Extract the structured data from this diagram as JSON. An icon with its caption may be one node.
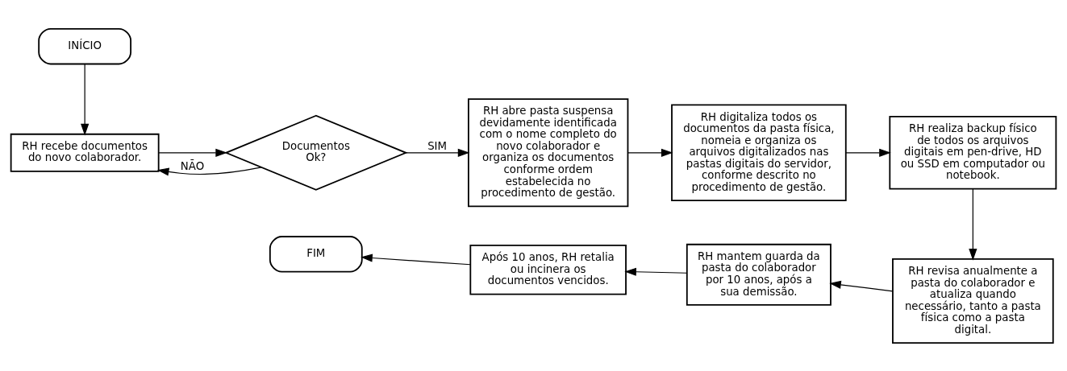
{
  "diagram": {
    "nodes": [
      {
        "text": [
          "INÍCIO"
        ]
      },
      {
        "text": [
          "RH recebe documentos do novo colaborador."
        ]
      },
      {
        "text": [
          "Documentos Ok?"
        ]
      },
      {
        "text": [
          "RH abre pasta suspensa devidamente identificada com o nome completo do novo colaborador e organiza os documentos conforme ordem estabelecida no procedimento de gestão."
        ]
      },
      {
        "text": [
          "RH digitaliza todos os documentos da pasta física, nomeia e organiza os arquivos digitalizados nas pastas digitais do servidor, conforme descrito no procedimento de gestão."
        ]
      },
      {
        "text": [
          "RH realiza backup físico de todos os arquivos digitais em pen-drive, HD ou SSD em computador ou notebook."
        ]
      },
      {
        "text": [
          "RH revisa anualmente a pasta do colaborador e atualiza quando necessário, tanto a pasta física como a pasta digital."
        ]
      },
      {
        "text": [
          "RH mantem guarda da pasta do colaborador por 10 anos, após a sua demissão."
        ]
      },
      {
        "text": [
          "Após 10 anos, RH retalia ou incinera os documentos vencidos."
        ]
      },
      {
        "text": [
          "FIM"
        ]
      }
    ],
    "edges": [
      {
        "from": 0,
        "to": 1,
        "arrow": "to"
      },
      {
        "from": 1,
        "to": 2,
        "arrow": "to"
      },
      {
        "from": 2,
        "to": 3,
        "arrow": "to",
        "label": "SIM"
      },
      {
        "from": 2,
        "to": 1,
        "arrow": "to",
        "label": "NÃO"
      },
      {
        "from": 3,
        "to": 4,
        "arrow": "to"
      },
      {
        "from": 4,
        "to": 5,
        "arrow": "to"
      },
      {
        "from": 5,
        "to": 6,
        "arrow": "to"
      },
      {
        "from": 6,
        "to": 7,
        "arrow": "to"
      },
      {
        "from": 7,
        "to": 8,
        "arrow": "to"
      },
      {
        "from": 8,
        "to": 9,
        "arrow": "to"
      }
    ]
  }
}
